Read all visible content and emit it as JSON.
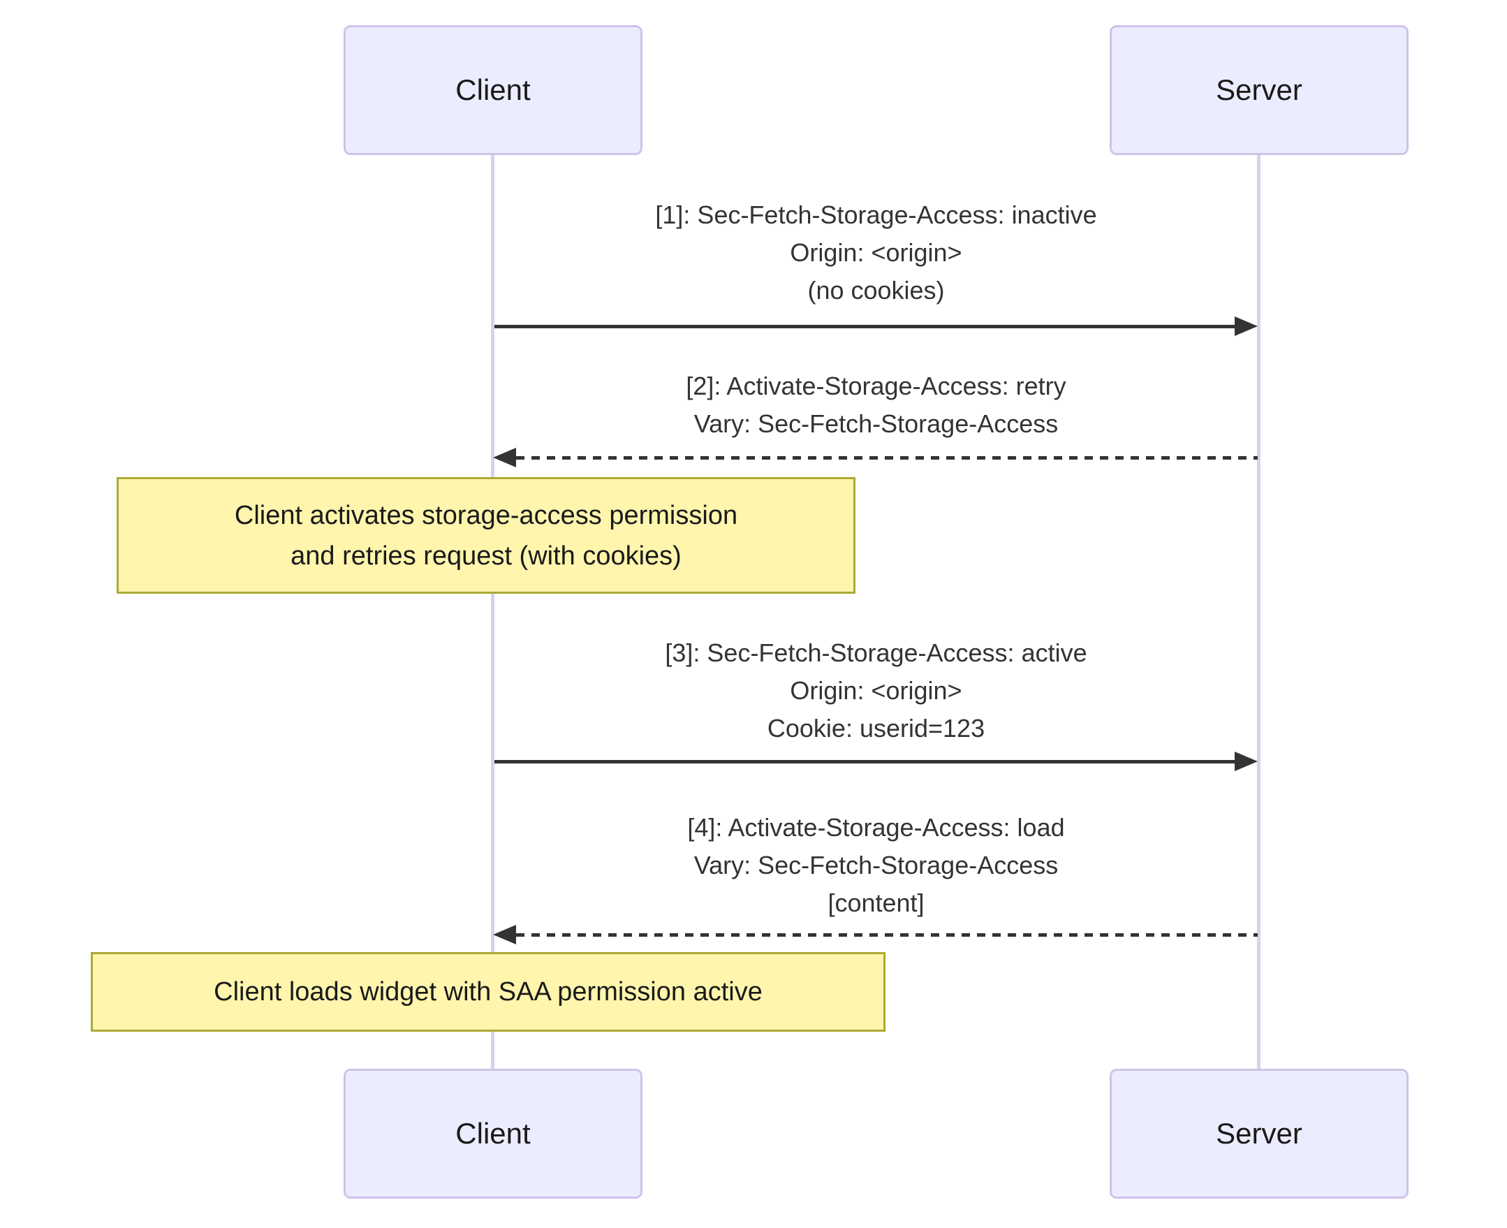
{
  "diagram": {
    "type": "sequence",
    "actors": [
      {
        "id": "client",
        "label": "Client"
      },
      {
        "id": "server",
        "label": "Server"
      }
    ],
    "messages": [
      {
        "seq": 1,
        "from": "client",
        "to": "server",
        "line_style": "solid",
        "lines": [
          "[1]: Sec-Fetch-Storage-Access: inactive",
          "Origin: <origin>",
          "(no cookies)"
        ]
      },
      {
        "seq": 2,
        "from": "server",
        "to": "client",
        "line_style": "dashed",
        "lines": [
          "[2]: Activate-Storage-Access: retry",
          "Vary: Sec-Fetch-Storage-Access"
        ]
      },
      {
        "seq": 3,
        "from": "client",
        "to": "server",
        "line_style": "solid",
        "lines": [
          "[3]: Sec-Fetch-Storage-Access: active",
          "Origin: <origin>",
          "Cookie: userid=123"
        ]
      },
      {
        "seq": 4,
        "from": "server",
        "to": "client",
        "line_style": "dashed",
        "lines": [
          "[4]: Activate-Storage-Access: load",
          "Vary: Sec-Fetch-Storage-Access",
          "[content]"
        ]
      }
    ],
    "notes": [
      {
        "over": "client",
        "lines": [
          "Client activates storage-access permission",
          "and retries request (with cookies)"
        ]
      },
      {
        "over": "client",
        "lines": [
          "Client loads widget with SAA permission active"
        ]
      }
    ]
  },
  "colors": {
    "actor_fill": "#ECECFF",
    "actor_border": "#CFC3E8",
    "lifeline": "#D9CFEF",
    "note_fill": "#FFF5AD",
    "note_border": "#AAAA33",
    "arrow": "#333333",
    "msg_text": "#333333",
    "actor_text": "#1a1a1a"
  }
}
